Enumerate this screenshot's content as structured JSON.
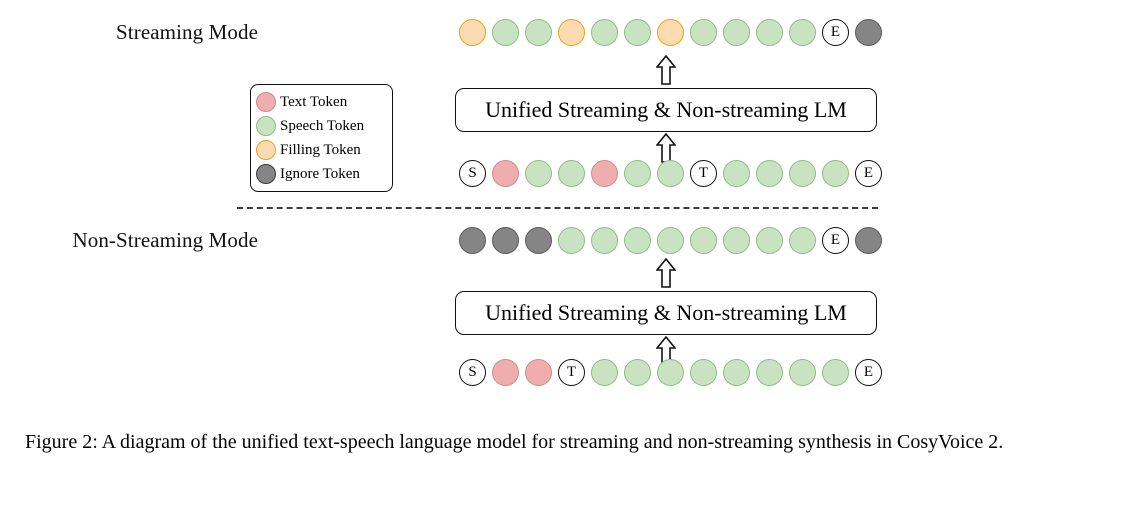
{
  "figure": {
    "caption": "Figure 2: A diagram of the unified text-speech language model for streaming and non-streaming synthesis in CosyVoice 2."
  },
  "colors": {
    "text_token": "#efadad",
    "speech_token": "#c9e3c2",
    "filling_token": "#fcdbb0",
    "ignore_token": "#858585",
    "marker_token": "#ffffff",
    "outline": "#111111"
  },
  "legend": {
    "items": [
      {
        "type": "text",
        "label": "Text Token"
      },
      {
        "type": "speech",
        "label": "Speech Token"
      },
      {
        "type": "filling",
        "label": "Filling Token"
      },
      {
        "type": "ignore",
        "label": "Ignore Token"
      }
    ]
  },
  "streaming": {
    "label": "Streaming Mode",
    "lm_label": "Unified Streaming & Non-streaming LM",
    "output_tokens": [
      {
        "type": "filling",
        "glyph": ""
      },
      {
        "type": "speech",
        "glyph": ""
      },
      {
        "type": "speech",
        "glyph": ""
      },
      {
        "type": "filling",
        "glyph": ""
      },
      {
        "type": "speech",
        "glyph": ""
      },
      {
        "type": "speech",
        "glyph": ""
      },
      {
        "type": "filling",
        "glyph": ""
      },
      {
        "type": "speech",
        "glyph": ""
      },
      {
        "type": "speech",
        "glyph": ""
      },
      {
        "type": "speech",
        "glyph": ""
      },
      {
        "type": "speech",
        "glyph": ""
      },
      {
        "type": "marker",
        "glyph": "E"
      },
      {
        "type": "ignore",
        "glyph": ""
      }
    ],
    "input_tokens": [
      {
        "type": "marker",
        "glyph": "S"
      },
      {
        "type": "text",
        "glyph": ""
      },
      {
        "type": "speech",
        "glyph": ""
      },
      {
        "type": "speech",
        "glyph": ""
      },
      {
        "type": "text",
        "glyph": ""
      },
      {
        "type": "speech",
        "glyph": ""
      },
      {
        "type": "speech",
        "glyph": ""
      },
      {
        "type": "marker",
        "glyph": "T"
      },
      {
        "type": "speech",
        "glyph": ""
      },
      {
        "type": "speech",
        "glyph": ""
      },
      {
        "type": "speech",
        "glyph": ""
      },
      {
        "type": "speech",
        "glyph": ""
      },
      {
        "type": "marker",
        "glyph": "E"
      }
    ]
  },
  "non_streaming": {
    "label": "Non-Streaming Mode",
    "lm_label": "Unified Streaming & Non-streaming LM",
    "output_tokens": [
      {
        "type": "ignore",
        "glyph": ""
      },
      {
        "type": "ignore",
        "glyph": ""
      },
      {
        "type": "ignore",
        "glyph": ""
      },
      {
        "type": "speech",
        "glyph": ""
      },
      {
        "type": "speech",
        "glyph": ""
      },
      {
        "type": "speech",
        "glyph": ""
      },
      {
        "type": "speech",
        "glyph": ""
      },
      {
        "type": "speech",
        "glyph": ""
      },
      {
        "type": "speech",
        "glyph": ""
      },
      {
        "type": "speech",
        "glyph": ""
      },
      {
        "type": "speech",
        "glyph": ""
      },
      {
        "type": "marker",
        "glyph": "E"
      },
      {
        "type": "ignore",
        "glyph": ""
      }
    ],
    "input_tokens": [
      {
        "type": "marker",
        "glyph": "S"
      },
      {
        "type": "text",
        "glyph": ""
      },
      {
        "type": "text",
        "glyph": ""
      },
      {
        "type": "marker",
        "glyph": "T"
      },
      {
        "type": "speech",
        "glyph": ""
      },
      {
        "type": "speech",
        "glyph": ""
      },
      {
        "type": "speech",
        "glyph": ""
      },
      {
        "type": "speech",
        "glyph": ""
      },
      {
        "type": "speech",
        "glyph": ""
      },
      {
        "type": "speech",
        "glyph": ""
      },
      {
        "type": "speech",
        "glyph": ""
      },
      {
        "type": "speech",
        "glyph": ""
      },
      {
        "type": "marker",
        "glyph": "E"
      }
    ]
  },
  "arrows": {
    "streaming_to_output": "up-arrow",
    "streaming_from_input": "up-arrow",
    "non_streaming_to_output": "up-arrow",
    "non_streaming_from_input": "up-arrow"
  },
  "divider": {
    "style": "dashed"
  }
}
